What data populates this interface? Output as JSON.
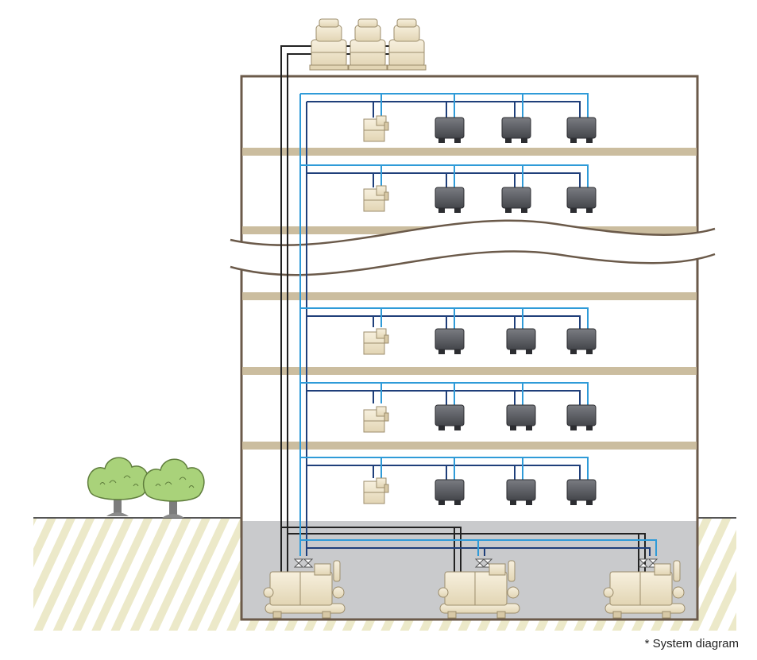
{
  "caption": "* System diagram",
  "colors": {
    "building_outline": "#6b5a4a",
    "floor_slab": "#cbbd9f",
    "basement_fill": "#c9cacc",
    "ground_hatch": "#e9e6c4",
    "supply_pipe": "#2f9bd8",
    "return_pipe": "#1f3f7a",
    "condenser_pipe": "#222222",
    "fan_coil_unit": "#5b5d62",
    "air_handling_unit": "#efe6cf",
    "chiller": "#efe6cf",
    "cooling_tower": "#efe6cf",
    "tree_foliage": "#a9d27a"
  },
  "equipment": {
    "cooling_towers": 3,
    "chillers": 3,
    "floors_shown": 5,
    "fan_coil_units_per_floor": 3,
    "air_handling_units_per_floor": 1,
    "trees": 2
  }
}
